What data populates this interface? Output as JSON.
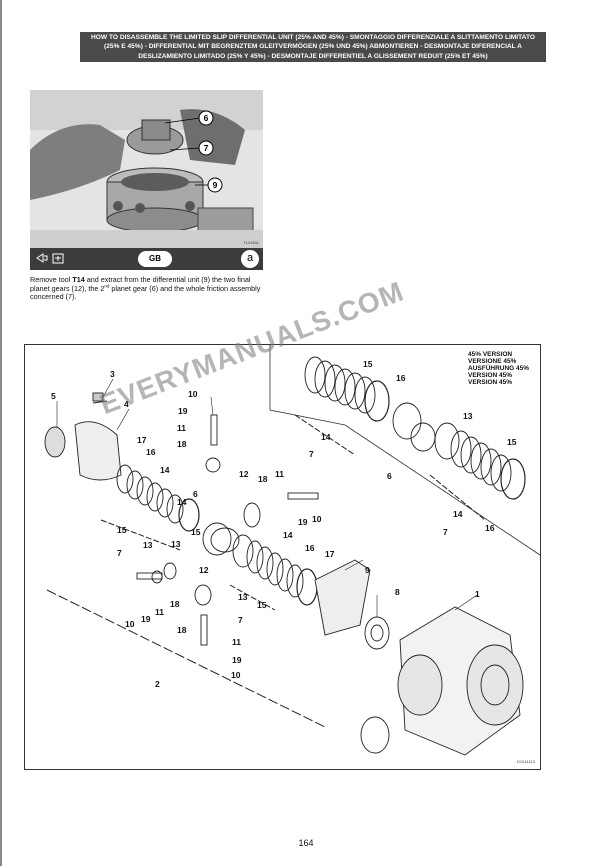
{
  "header": {
    "line1": "HOW TO DISASSEMBLE THE LIMITED SLIP DIFFERENTIAL UNIT (25% AND 45%) - SMONTAGGIO DIFFERENZIALE A SLITTAMENTO LIMITATO",
    "line2": "(25% E 45%) - DIFFERENTIAL MIT BEGRENZTEM GLEITVERMÖGEN (25% UND 45%) ABMONTIEREN - DESMONTAJE DIFERENCIAL A",
    "line3": "DESLIZAMIENTO LIMITADO (25% Y 45%) - DESMONTAJE DIFFERENTIEL A GLISSEMENT REDUIT (25% ET 45%)"
  },
  "photo": {
    "callouts": [
      "6",
      "7",
      "9"
    ],
    "code": "TL24811"
  },
  "bar": {
    "language": "GB",
    "step": "a"
  },
  "caption": {
    "text_before_tool": "Remove tool ",
    "tool": "T14",
    "text_after_tool": " and extract from the differential unit (9) the two final planet gears (12), the 2",
    "superscript": "nd",
    "text_end": " planet gear (6) and the whole friction assembly concerned (7)."
  },
  "diagram": {
    "version_labels": [
      "45% VERSION",
      "VERSIONE 45%",
      "AUSFÜHRUNG 45%",
      "VERSION 45%",
      "VERSION 45%"
    ],
    "code": "D1241113",
    "watermark": "EVERYMANUALS.COM",
    "callouts": {
      "c1": "1",
      "c2": "2",
      "c3": "3",
      "c4": "4",
      "c5": "5",
      "c6a": "6",
      "c6b": "6",
      "c7a": "7",
      "c7b": "7",
      "c7c": "7",
      "c7d": "7",
      "c8": "8",
      "c9": "9",
      "c10a": "10",
      "c10b": "10",
      "c10c": "10",
      "c10d": "10",
      "c11a": "11",
      "c11b": "11",
      "c11c": "11",
      "c11d": "11",
      "c12a": "12",
      "c12b": "12",
      "c13a": "13",
      "c13b": "13",
      "c13c": "13",
      "c13d": "13",
      "c14a": "14",
      "c14b": "14",
      "c14c": "14",
      "c14d": "14",
      "c14e": "14",
      "c15a": "15",
      "c15b": "15",
      "c15c": "15",
      "c15d": "15",
      "c15e": "15",
      "c16a": "16",
      "c16b": "16",
      "c16c": "16",
      "c16d": "16",
      "c17a": "17",
      "c17b": "17",
      "c18a": "18",
      "c18b": "18",
      "c18c": "18",
      "c18d": "18",
      "c19a": "19",
      "c19b": "19",
      "c19c": "19",
      "c19d": "19"
    }
  },
  "page_number": "164"
}
